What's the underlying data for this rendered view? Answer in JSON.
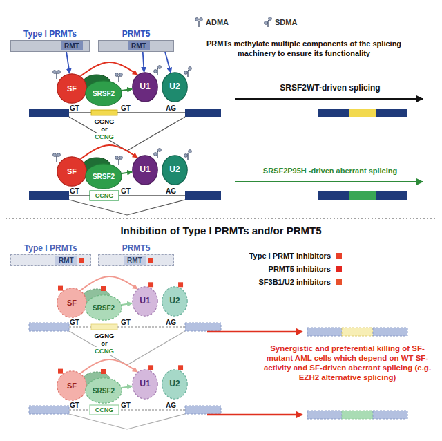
{
  "diagram": {
    "nodes": [
      {
        "text": [
          "Type I PRMTs",
          "RMT"
        ]
      },
      {
        "text": [
          "PRMT5",
          "RMT"
        ]
      },
      {
        "text": [
          "SF"
        ]
      },
      {
        "text": [
          "SRSF2"
        ]
      },
      {
        "text": [
          "U1"
        ]
      },
      {
        "text": [
          "U2"
        ]
      },
      {
        "text": [
          "SF"
        ]
      },
      {
        "text": [
          "SRSF2"
        ]
      },
      {
        "text": [
          "U1"
        ]
      },
      {
        "text": [
          "U2"
        ]
      },
      {
        "text": [
          "Type I PRMTs",
          "RMT"
        ]
      },
      {
        "text": [
          "PRMT5",
          "RMT"
        ]
      },
      {
        "text": [
          "SF"
        ]
      },
      {
        "text": [
          "SRSF2"
        ]
      },
      {
        "text": [
          "U1"
        ]
      },
      {
        "text": [
          "U2"
        ]
      },
      {
        "text": [
          "SF"
        ]
      },
      {
        "text": [
          "SRSF2"
        ]
      },
      {
        "text": [
          "U1"
        ]
      },
      {
        "text": [
          "U2"
        ]
      }
    ],
    "edges": [
      {
        "from": 0,
        "to": 2,
        "arrow": "to"
      },
      {
        "from": 1,
        "to": 4,
        "arrow": "to"
      },
      {
        "from": 1,
        "to": 5,
        "arrow": "to"
      },
      {
        "from": 2,
        "to": 4,
        "arrow": "to"
      },
      {
        "from": 3,
        "to": 4,
        "arrow": "to"
      },
      {
        "from": 6,
        "to": 8,
        "arrow": "to"
      },
      {
        "from": 7,
        "to": 8,
        "arrow": "to"
      },
      {
        "from": 12,
        "to": 14,
        "arrow": "to"
      },
      {
        "from": 13,
        "to": 14,
        "arrow": "to"
      },
      {
        "from": 16,
        "to": 18,
        "arrow": "to"
      },
      {
        "from": 17,
        "to": 18,
        "arrow": "to"
      }
    ],
    "labels": [
      "PRMTs methylate multiple components of the splicing machinery to ensure its functionality",
      "GT",
      "GT",
      "AG",
      "GGNG",
      "or",
      "CCNG",
      "SRSF2WT-driven splicing",
      "GT",
      "GT",
      "AG",
      "CCNG",
      "SRSF2P95H -driven aberrant splicing",
      "Inhibition of Type I PRMTs and/or PRMT5",
      "GT",
      "GT",
      "AG",
      "GGNG",
      "or",
      "CCNG",
      "GT",
      "GT",
      "AG",
      "CCNG",
      "Synergistic and preferential killing of SF-mutant AML cells which depend on WT SF-activity and SF-driven aberrant splicing (e.g. EZH2 alternative splicing)"
    ],
    "legend": [
      {
        "text": "ADMA"
      },
      {
        "text": "SDMA"
      },
      {
        "text": "Type I PRMT inhibitors",
        "color": "#e8402a"
      },
      {
        "text": "PRMT5 inhibitors",
        "color": "#e3261f"
      },
      {
        "text": "SF3B1/U2 inhibitors",
        "color": "#e8502c"
      }
    ]
  }
}
